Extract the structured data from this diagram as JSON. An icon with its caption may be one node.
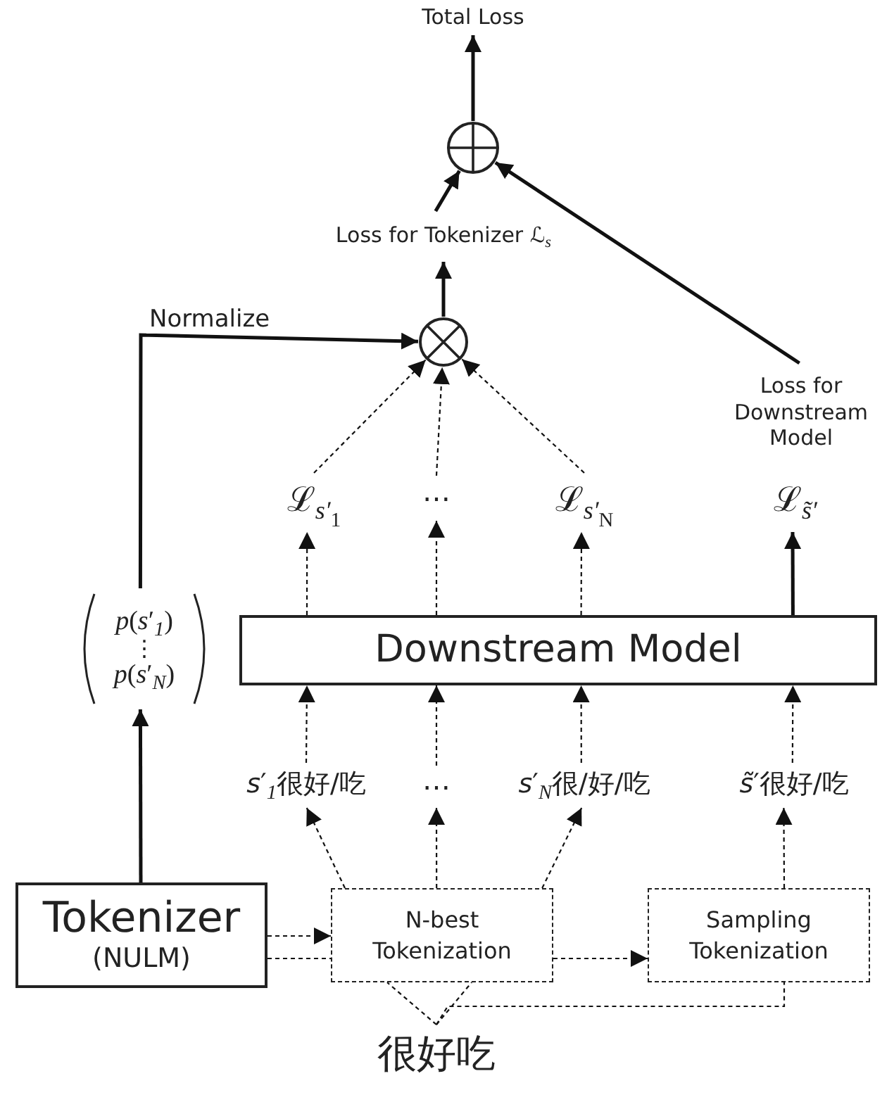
{
  "diagram": {
    "nodes": [
      {
        "text": [
          "Total Loss"
        ]
      },
      {
        "text": [],
        "shape": "circle"
      },
      {
        "text": [
          "Loss for Tokenizer ℒ$_{s}$"
        ]
      },
      {
        "text": [],
        "shape": "circle"
      },
      {
        "text": [
          "Loss for Downstream Model"
        ]
      },
      {
        "text": [
          "ℒ$_{s′}$$_{1}$"
        ]
      },
      {
        "text": [
          "⋯"
        ]
      },
      {
        "text": [
          "ℒ$_{s′}$$_{N}$"
        ]
      },
      {
        "text": [
          "ℒ$_{s̃′}$"
        ]
      },
      {
        "text": [
          "*p*(*s*′$_{1}$)",
          "⋮",
          "*p*(*s*′$_{N}$)"
        ]
      },
      {
        "text": [
          "Downstream Model"
        ]
      },
      {
        "text": [
          "*s*′$_{1}$很好/吃"
        ]
      },
      {
        "text": [
          "⋯"
        ]
      },
      {
        "text": [
          "*s*′$_{N}$很/好/吃"
        ]
      },
      {
        "text": [
          "*s̃*′很好/吃"
        ]
      },
      {
        "text": [
          "Tokenizer",
          "(NULM)"
        ]
      },
      {
        "text": [
          "N-best Tokenization"
        ]
      },
      {
        "text": [
          "Sampling Tokenization"
        ]
      },
      {
        "text": [
          "很好吃"
        ]
      }
    ],
    "edges": [
      {
        "from": 1,
        "to": 0,
        "arrow": "to"
      },
      {
        "from": 2,
        "to": 1,
        "arrow": "to"
      },
      {
        "from": 4,
        "to": 1,
        "arrow": "to"
      },
      {
        "from": 3,
        "to": 2,
        "arrow": "to"
      },
      {
        "from": 9,
        "to": 3,
        "arrow": "to",
        "label": "Normalize"
      },
      {
        "from": 5,
        "to": 3,
        "arrow": "to",
        "style": "dashed"
      },
      {
        "from": 6,
        "to": 3,
        "arrow": "to",
        "style": "dashed"
      },
      {
        "from": 7,
        "to": 3,
        "arrow": "to",
        "style": "dashed"
      },
      {
        "from": 10,
        "to": 5,
        "arrow": "to",
        "style": "dashed"
      },
      {
        "from": 10,
        "to": 6,
        "arrow": "to",
        "style": "dashed"
      },
      {
        "from": 10,
        "to": 7,
        "arrow": "to",
        "style": "dashed"
      },
      {
        "from": 10,
        "to": 8,
        "arrow": "to"
      },
      {
        "from": 11,
        "to": 10,
        "arrow": "to",
        "style": "dashed"
      },
      {
        "from": 12,
        "to": 10,
        "arrow": "to",
        "style": "dashed"
      },
      {
        "from": 13,
        "to": 10,
        "arrow": "to",
        "style": "dashed"
      },
      {
        "from": 14,
        "to": 10,
        "arrow": "to",
        "style": "dashed"
      },
      {
        "from": 15,
        "to": 9,
        "arrow": "to"
      },
      {
        "from": 16,
        "to": 11,
        "arrow": "to",
        "style": "dashed"
      },
      {
        "from": 16,
        "to": 12,
        "arrow": "to",
        "style": "dashed"
      },
      {
        "from": 16,
        "to": 13,
        "arrow": "to",
        "style": "dashed"
      },
      {
        "from": 17,
        "to": 14,
        "arrow": "to",
        "style": "dashed"
      },
      {
        "from": 15,
        "to": 16,
        "arrow": "to",
        "style": "dashed"
      },
      {
        "from": 15,
        "to": 16,
        "arrow": "none",
        "style": "dashed"
      },
      {
        "from": 16,
        "to": 17,
        "arrow": "to",
        "style": "dashed"
      },
      {
        "from": 18,
        "to": 16,
        "arrow": "none",
        "style": "dashed"
      },
      {
        "from": 18,
        "to": 16,
        "arrow": "none",
        "style": "dashed"
      },
      {
        "from": 18,
        "to": 17,
        "arrow": "none",
        "style": "dashed"
      }
    ]
  }
}
